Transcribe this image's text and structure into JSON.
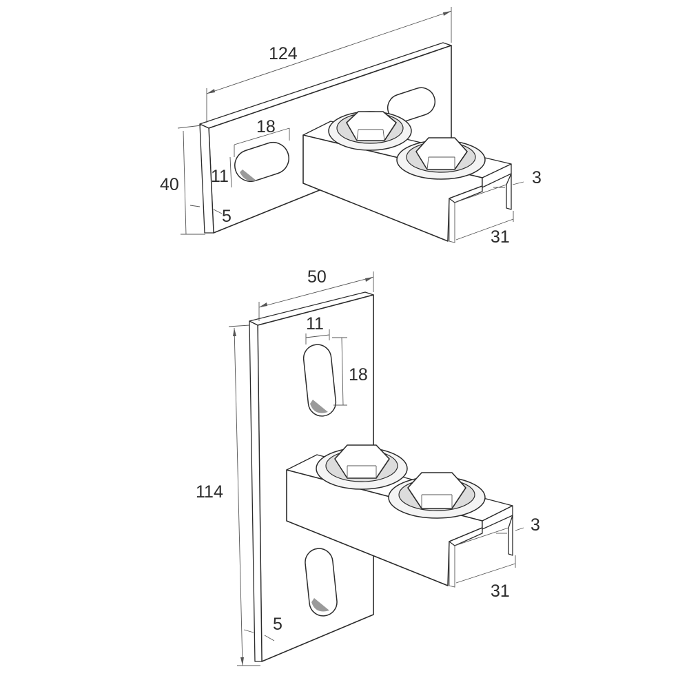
{
  "figure_top": {
    "plate_length": "124",
    "plate_height": "40",
    "slot_length": "18",
    "slot_width": "11",
    "plate_thickness": "5",
    "channel_thickness": "3",
    "channel_width": "31"
  },
  "figure_bottom": {
    "plate_width": "50",
    "slot_width": "11",
    "slot_length": "18",
    "plate_height": "114",
    "plate_thickness": "5",
    "channel_thickness": "3",
    "channel_width": "31"
  }
}
